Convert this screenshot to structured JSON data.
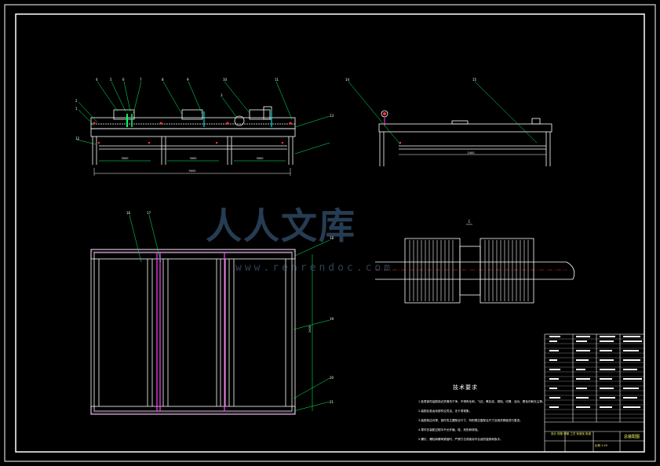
{
  "drawing": {
    "background": "#000000",
    "line_color": "#ffffff",
    "callout_color": "#00ff66",
    "highlight_color": "#ff44ff",
    "accent_color": "#ff3333",
    "watermark_color": "#5078a0"
  },
  "watermark": {
    "logo_text": "人人文库",
    "url": "www.renrendoc.com"
  },
  "views": {
    "front_view": {
      "callouts": [
        "4",
        "5",
        "6",
        "7",
        "8",
        "9",
        "10",
        "11",
        "3",
        "2",
        "1",
        "12",
        "13"
      ],
      "dimensions": [
        "3000",
        "3000",
        "3000",
        "9000"
      ]
    },
    "side_view": {
      "callouts": [
        "14",
        "15"
      ],
      "dimensions": [
        "2400"
      ]
    },
    "plan_view": {
      "callouts": [
        "16",
        "17",
        "18",
        "19",
        "20",
        "21"
      ],
      "dimensions": [
        "2400"
      ]
    },
    "drum_detail": {
      "label": "C"
    }
  },
  "technical_requirements": {
    "title": "技术要求",
    "lines": [
      "1.各零部件装配前必须清洗干净，不得有毛刺、飞边、氧化皮、锈蚀、切屑、油污、着色剂和灰尘等。",
      "2.装配后各运动部件应灵活，无卡滞现象。",
      "3.装配前应对零、部件的主要配合尺寸，特别是过盈配合尺寸及相关精度进行复查。",
      "4.零件在装配过程中不允许磕、碰、划伤和锈蚀。",
      "5.螺钉、螺栓和螺母紧固时，严禁打击或使用不合适的旋具和扳手。"
    ]
  },
  "title_block": {
    "drawing_name": "总装配图",
    "strip_text": "设计 校核 审核 工艺 标准化 批准",
    "scale_text": "比例 1:20"
  }
}
